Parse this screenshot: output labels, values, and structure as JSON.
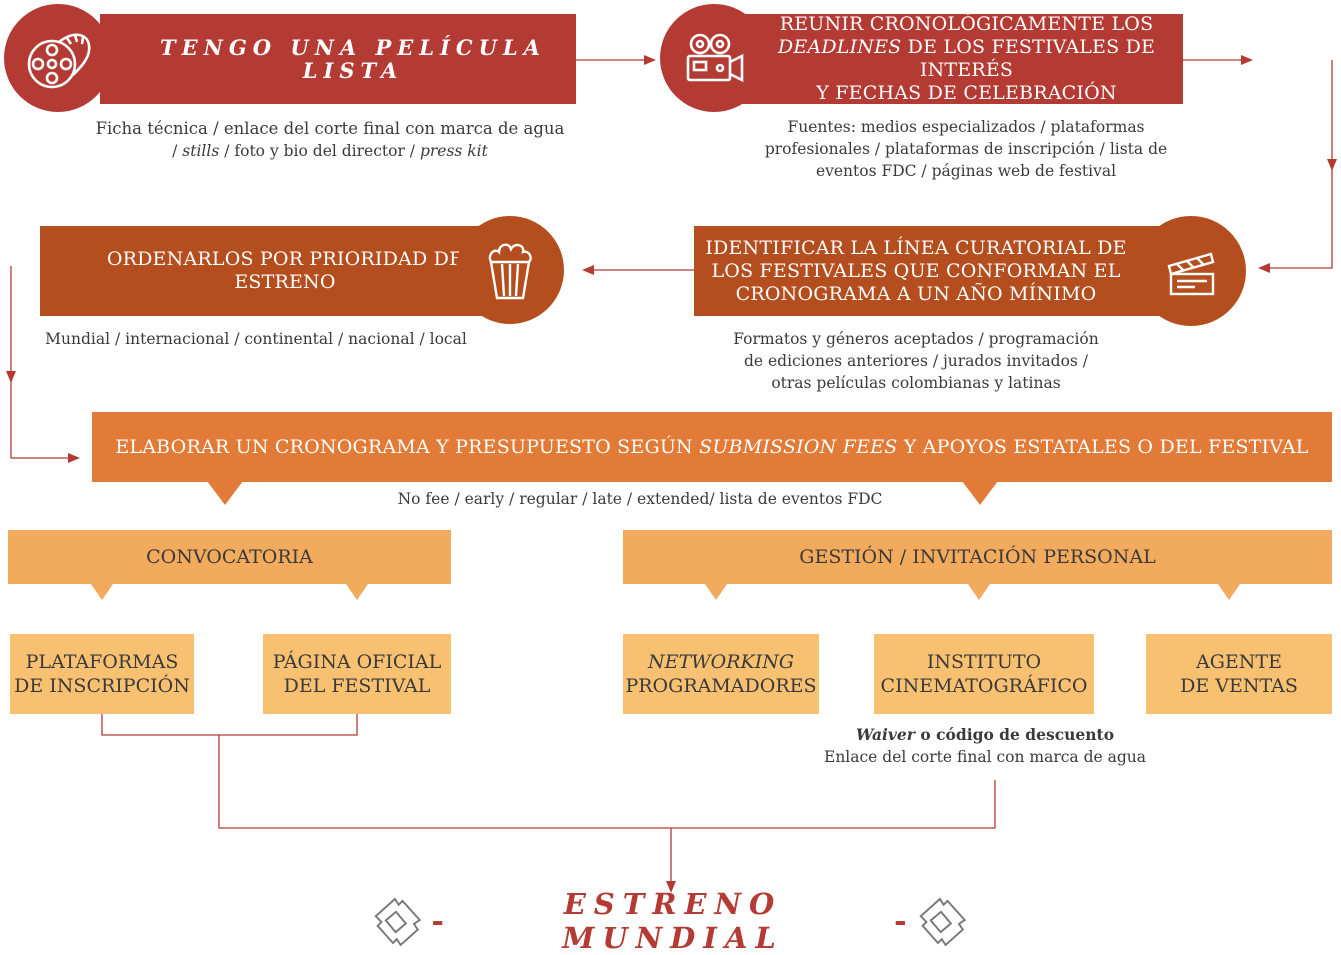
{
  "colors": {
    "dark_red": "#b43a34",
    "rust": "#b44e1e",
    "orange": "#e27a38",
    "light_orange": "#f2aa5c",
    "pale_orange": "#f8c071",
    "text": "#3a3a3a",
    "headline": "#b43a34"
  },
  "step1": {
    "icon": "film-reel-icon",
    "title": "TENGO UNA PELÍCULA LISTA",
    "note_line1": "Ficha técnica / enlace del corte final con marca de agua",
    "note_line2_prefix": "/ ",
    "note_line2_em1": "stills",
    "note_line2_mid": " / foto y bio del director / ",
    "note_line2_em2": "press kit"
  },
  "step2": {
    "icon": "video-camera-icon",
    "title_line1": "REUNIR CRONOLÓGICAMENTE LOS",
    "title_line2_em": "DEADLINES",
    "title_line2_rest": " DE LOS FESTIVALES DE INTERÉS",
    "title_line3": "Y FECHAS DE CELEBRACIÓN",
    "note_line1": "Fuentes: medios especializados / plataformas",
    "note_line2": "profesionales / plataformas de inscripción / lista de",
    "note_line3": "eventos FDC / páginas web de festival"
  },
  "step3": {
    "icon": "clapperboard-icon",
    "title_line1": "IDENTIFICAR LA LÍNEA CURATORIAL DE",
    "title_line2": "LOS FESTIVALES QUE CONFORMAN EL",
    "title_line3": "CRONOGRAMA A UN AÑO MÍNIMO",
    "note_line1": "Formatos  y géneros aceptados / programación",
    "note_line2": "de ediciones anteriores / jurados invitados /",
    "note_line3": "otras películas colombianas y latinas"
  },
  "step4": {
    "icon": "popcorn-icon",
    "title": "ORDENARLOS POR PRIORIDAD DE ESTRENO",
    "note": "Mundial / internacional / continental / nacional  / local"
  },
  "step5": {
    "title_prefix": "ELABORAR UN CRONOGRAMA Y PRESUPUESTO SEGÚN ",
    "title_em": "SUBMISSION FEES",
    "title_suffix": " Y APOYOS ESTATALES O DEL FESTIVAL",
    "note": "No fee / early / regular / late / extended/ lista de eventos FDC"
  },
  "convocatoria": {
    "title": "CONVOCATORIA",
    "options": [
      {
        "line1": "PLATAFORMAS",
        "line2": "DE INSCRIPCIÓN"
      },
      {
        "line1": "PÁGINA OFICIAL",
        "line2": "DEL FESTIVAL"
      }
    ]
  },
  "gestion": {
    "title": "GESTIÓN / INVITACIÓN PERSONAL",
    "networking_em": "NETWORKING",
    "networking_line2": "PROGRAMADORES",
    "instituto_line1": "INSTITUTO",
    "instituto_line2": "CINEMATOGRÁFICO",
    "agente_line1": "AGENTE",
    "agente_line2": "DE VENTAS",
    "instituto_note_em": "Waiver",
    "instituto_note_rest": " o código de descuento",
    "instituto_note_line2": "Enlace del corte final con marca de agua"
  },
  "final": {
    "dash_left": "-",
    "title": "ESTRENO MUNDIAL",
    "dash_right": "-",
    "icon": "ticket-icon"
  }
}
